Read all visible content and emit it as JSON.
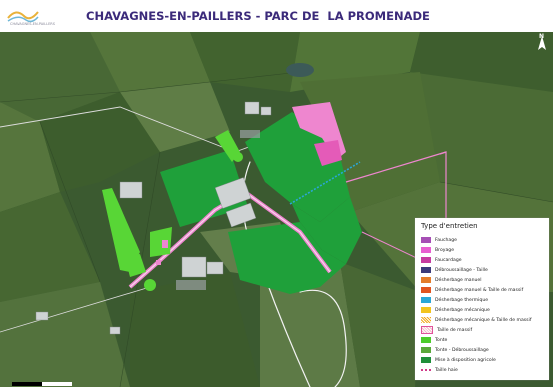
{
  "header": {
    "title": "CHAVAGNES-EN-PAILLERS - PARC DE  LA PROMENADE",
    "logo_text": "CHAVAGNES-EN-PAILLERS"
  },
  "north_arrow": {
    "letter": "N"
  },
  "legend": {
    "title": "Type d'entretien",
    "items": [
      {
        "label": "Fauchage",
        "color": "#a64fb5"
      },
      {
        "label": "Broyage",
        "color": "#e85fd0"
      },
      {
        "label": "Faucardage",
        "color": "#c63ca0"
      },
      {
        "label": "Débroussaillage - Taille",
        "color": "#3a3a7a"
      },
      {
        "label": "Désherbage manuel",
        "color": "#e37c2a"
      },
      {
        "label": "Désherbage manuel & Taille de massif",
        "color": "#e1541f"
      },
      {
        "label": "Désherbage thermique",
        "color": "#2aa7d6"
      },
      {
        "label": "Désherbage mécanique",
        "color": "#f2c41c"
      },
      {
        "label": "Désherbage mécanique & Taille de massif",
        "color": "#f2a81c"
      },
      {
        "label": "Taille de massif",
        "color": "#f5b6c8"
      },
      {
        "label": "Tonte",
        "color": "#4ccc2a"
      },
      {
        "label": "Tonte - Débroussaillage",
        "color": "#5aa83a"
      },
      {
        "label": "Mise à disposition agricole",
        "color": "#1f8f3a"
      },
      {
        "label": "Taille haie",
        "color": "#d03a8a"
      }
    ]
  },
  "colors": {
    "field_green": "#1fa03a",
    "pink_path": "#ee86cf",
    "lawn_green": "#58d636",
    "road_white": "#efefef"
  }
}
